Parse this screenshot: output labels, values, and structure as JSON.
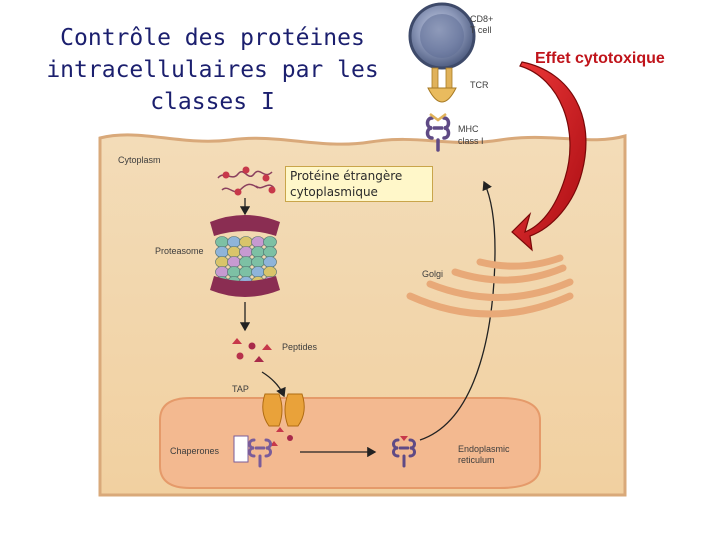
{
  "title": "Contrôle des protéines\nintracellulaires par les\nclasses I",
  "effect_label": "Effet cytotoxique",
  "callout": "Protéine étrangère cytoplasmique",
  "labels": {
    "cd8": "CD8+",
    "tcell": "T cell",
    "tcr": "TCR",
    "mhc": "MHC",
    "mhc_class": "class I",
    "cytoplasm": "Cytoplasm",
    "proteasome": "Proteasome",
    "golgi": "Golgi",
    "peptides": "Peptides",
    "tap": "TAP",
    "chaperones": "Chaperones",
    "er1": "Endoplasmic",
    "er2": "reticulum"
  },
  "colors": {
    "title": "#1b1f6e",
    "effect": "#c0141b",
    "cell": "#f1d2a6",
    "membrane": "#d9a97a",
    "er": "#f3b990",
    "tcell": "#6e7d9e",
    "tcr": "#e0b25a",
    "mhc": "#7a5c9a",
    "arrow_red": "#d8121b"
  }
}
